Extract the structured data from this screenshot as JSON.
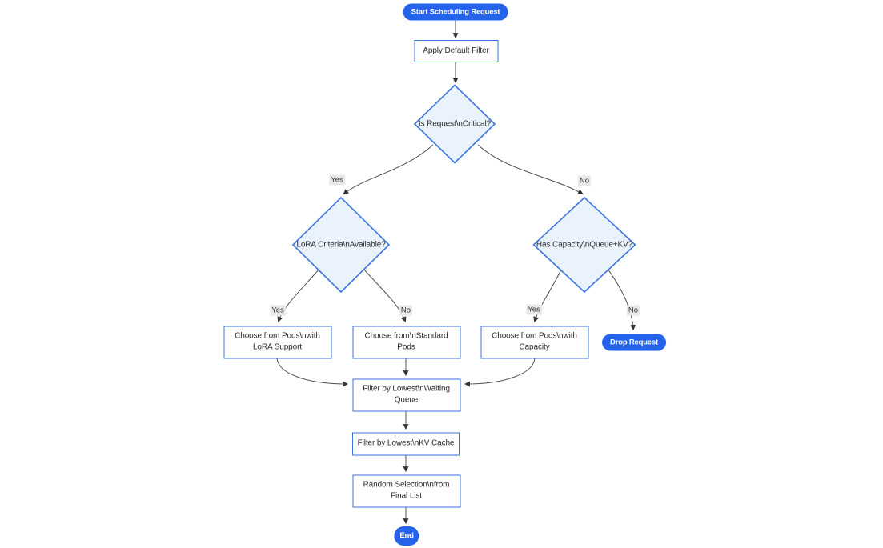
{
  "diagram": {
    "colors": {
      "accent": "#2563eb",
      "node_border": "#3b76e0",
      "decision_fill": "#eaf2fb",
      "edge": "#4f4f4f",
      "arrow": "#333333",
      "label_bg": "#e8e8e8",
      "text": "#2b2b2b"
    },
    "nodes": {
      "start": {
        "label": "Start Scheduling Request"
      },
      "apply_filter": {
        "label": "Apply Default Filter"
      },
      "is_critical": {
        "label": "Is Request\\nCritical?"
      },
      "lora_available": {
        "label": "LoRA Criteria\\nAvailable?"
      },
      "has_capacity": {
        "label": "Has Capacity\\nQueue+KV?"
      },
      "choose_lora": {
        "line1": "Choose from Pods\\nwith",
        "line2": "LoRA Support"
      },
      "choose_standard": {
        "line1": "Choose from\\nStandard",
        "line2": "Pods"
      },
      "choose_capacity": {
        "line1": "Choose from Pods\\nwith",
        "line2": "Capacity"
      },
      "drop_request": {
        "label": "Drop Request"
      },
      "filter_queue": {
        "line1": "Filter by Lowest\\nWaiting",
        "line2": "Queue"
      },
      "filter_kv": {
        "label": "Filter by Lowest\\nKV Cache"
      },
      "random_selection": {
        "line1": "Random Selection\\nfrom",
        "line2": "Final List"
      },
      "end": {
        "label": "End"
      }
    },
    "edge_labels": {
      "critical_yes": "Yes",
      "critical_no": "No",
      "lora_yes": "Yes",
      "lora_no": "No",
      "capacity_yes": "Yes",
      "capacity_no": "No"
    }
  }
}
